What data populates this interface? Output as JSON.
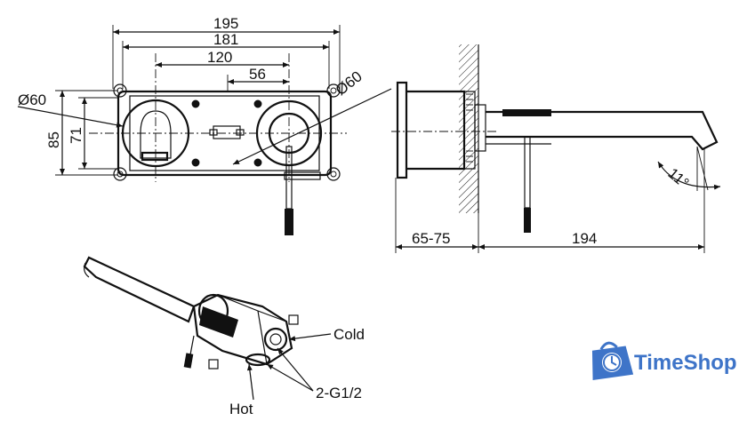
{
  "front_view": {
    "dim_195": "195",
    "dim_181": "181",
    "dim_120": "120",
    "dim_56": "56",
    "dim_dia_left": "Ø60",
    "dim_dia_right": "Ø60",
    "dim_85": "85",
    "dim_71": "71"
  },
  "side_view": {
    "dim_65_75": "65-75",
    "dim_194": "194",
    "angle": "11°"
  },
  "iso_view": {
    "cold_label": "Cold",
    "hot_label": "Hot",
    "thread_label": "2-G1/2"
  },
  "brand": {
    "name": "TimeShop",
    "color": "#3e74c8",
    "icon": "clock-bag-icon"
  }
}
